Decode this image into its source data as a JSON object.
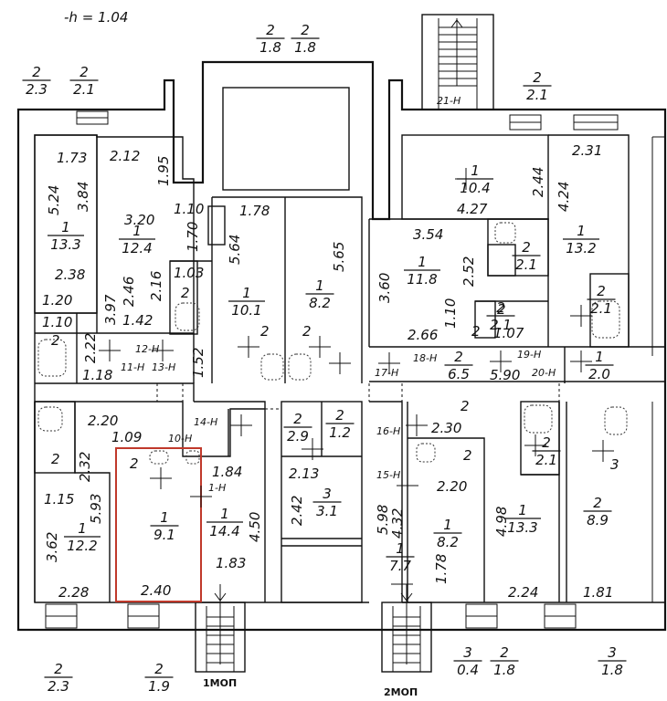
{
  "header": {
    "height_note": "-h = 1.04"
  },
  "rooms": [
    {
      "id": "r-left-13",
      "top": "1",
      "bottom": "13.3"
    },
    {
      "id": "r-12",
      "top": "1",
      "bottom": "12.4"
    },
    {
      "id": "r-101",
      "top": "1",
      "bottom": "10.1"
    },
    {
      "id": "r-82a",
      "top": "1",
      "bottom": "8.2"
    },
    {
      "id": "r-104",
      "top": "1",
      "bottom": "10.4"
    },
    {
      "id": "r-118",
      "top": "1",
      "bottom": "11.8"
    },
    {
      "id": "r-132",
      "top": "1",
      "bottom": "13.2"
    },
    {
      "id": "r-122",
      "top": "1",
      "bottom": "12.2"
    },
    {
      "id": "r-91",
      "top": "1",
      "bottom": "9.1"
    },
    {
      "id": "r-144",
      "top": "1",
      "bottom": "14.4"
    },
    {
      "id": "r-31",
      "top": "3",
      "bottom": "3.1"
    },
    {
      "id": "r-82b",
      "top": "1",
      "bottom": "8.2"
    },
    {
      "id": "r-77",
      "top": "1",
      "bottom": "7.7"
    },
    {
      "id": "r-133",
      "top": "1",
      "bottom": "13.3"
    },
    {
      "id": "r-89",
      "top": "2",
      "bottom": "8.9"
    },
    {
      "id": "r-65",
      "top": "2",
      "bottom": "6.5"
    },
    {
      "id": "r-20",
      "top": "1",
      "bottom": "2.0"
    },
    {
      "id": "wc-1",
      "top": "2",
      "bottom": "2.1"
    },
    {
      "id": "wc-2",
      "top": "2",
      "bottom": "2.1"
    },
    {
      "id": "wc-3",
      "top": "2",
      "bottom": "2.1"
    },
    {
      "id": "wc-4",
      "top": "2",
      "bottom": "2.1"
    },
    {
      "id": "r-29",
      "top": "2",
      "bottom": "2.9"
    },
    {
      "id": "r-12s",
      "top": "2",
      "bottom": "1.2"
    },
    {
      "id": "ext-1",
      "top": "2",
      "bottom": "2.3"
    },
    {
      "id": "ext-2",
      "top": "2",
      "bottom": "2.1"
    },
    {
      "id": "ext-3",
      "top": "2",
      "bottom": "1.8"
    },
    {
      "id": "ext-4",
      "top": "2",
      "bottom": "1.8"
    },
    {
      "id": "ext-5",
      "top": "2",
      "bottom": "2.1"
    },
    {
      "id": "ext-6",
      "top": "2",
      "bottom": "2.3"
    },
    {
      "id": "ext-7",
      "top": "2",
      "bottom": "1.9"
    },
    {
      "id": "ext-8",
      "top": "3",
      "bottom": "0.4"
    },
    {
      "id": "ext-9",
      "top": "2",
      "bottom": "1.8"
    },
    {
      "id": "ext-10",
      "top": "3",
      "bottom": "1.8"
    }
  ],
  "single_numbers": [
    "2",
    "2",
    "2",
    "2",
    "2",
    "2",
    "2",
    "2",
    "2",
    "2",
    "3"
  ],
  "dimensions": [
    "1.73",
    "3.84",
    "5.24",
    "2.38",
    "1.20",
    "1.10",
    "2.22",
    "1.18",
    "3.97",
    "2.12",
    "1.95",
    "3.20",
    "1.10",
    "1.70",
    "2.46",
    "2.16",
    "1.03",
    "1.42",
    "1.52",
    "1.78",
    "5.64",
    "5.65",
    "2.44",
    "4.27",
    "2.31",
    "4.24",
    "3.54",
    "2.52",
    "3.60",
    "2.66",
    "1.10",
    "1.07",
    "5.90",
    "2.20",
    "1.09",
    "2.32",
    "5.93",
    "1.15",
    "3.62",
    "2.28",
    "2.40",
    "1.84",
    "4.50",
    "1.83",
    "2.13",
    "2.42",
    "2.30",
    "2.20",
    "5.98",
    "4.32",
    "1.78",
    "4.98",
    "2.24",
    "1.81"
  ],
  "labels": [
    "12-H",
    "11-H",
    "13-H",
    "14-H",
    "10-H",
    "1-H",
    "21-H",
    "18-H",
    "17-H",
    "19-H",
    "20-H",
    "16-H",
    "15-H"
  ],
  "stairs": [
    "1МОП",
    "2МОП"
  ]
}
